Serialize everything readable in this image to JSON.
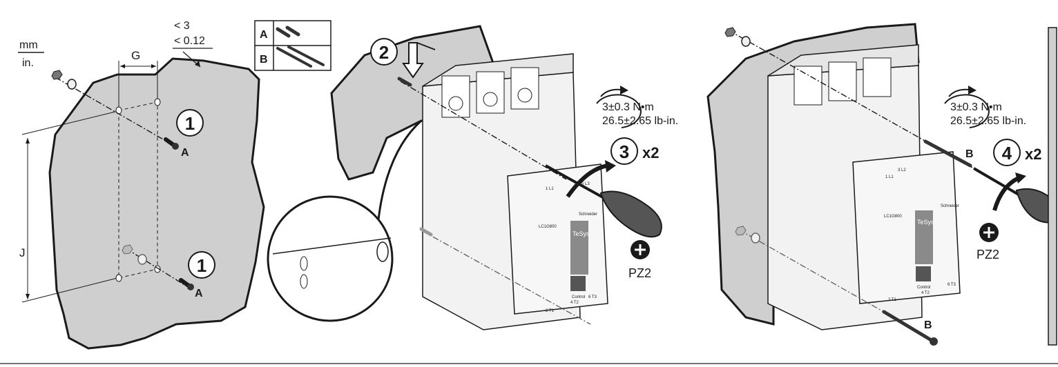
{
  "units": {
    "mm": "mm",
    "in": "in."
  },
  "tolerance": {
    "mm": "< 3",
    "in": "< 0.12"
  },
  "dimensions": {
    "gap": "G",
    "height": "J"
  },
  "screw_legend": [
    {
      "key": "A",
      "screw": "short-screw-pair"
    },
    {
      "key": "B",
      "screw": "long-screw-pair"
    }
  ],
  "screw_labels": {
    "a": "A",
    "b": "B"
  },
  "steps": {
    "s1": "1",
    "s2": "2",
    "s3": "3",
    "s4": "4"
  },
  "multiplier": "x2",
  "torque": {
    "nm": "3±0.3 N•m",
    "lbin": "26.5±2.65 lb-in."
  },
  "driver": {
    "label": "PZ2",
    "icon": "pozidriv-icon"
  },
  "device": {
    "brand": "TeSys",
    "control_text": "Control",
    "model": "LC1G800",
    "maker": "Schneider",
    "terminals": [
      "1 L1",
      "3 L2",
      "5 L3",
      "2 T1",
      "4 T2",
      "6 T3"
    ]
  },
  "colors": {
    "panel": "#cfcfcf",
    "device_body": "#f2f2f2",
    "stripe": "#8a8a8a",
    "line": "#1a1a1a"
  }
}
